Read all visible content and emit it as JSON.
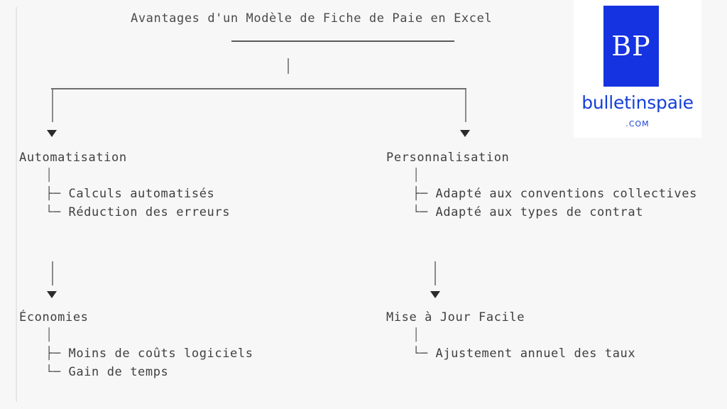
{
  "page": {
    "background_color": "#f7f7f7",
    "text_color": "#3f3f3f",
    "line_color": "#6e6e6e"
  },
  "diagram": {
    "type": "tree",
    "title": "Avantages d'un Modèle de Fiche de Paie en Excel",
    "nodes": [
      {
        "id": "automatisation",
        "label": "Automatisation",
        "pipe": "│",
        "children": [
          {
            "glyph": "├─",
            "label": "Calculs automatisés"
          },
          {
            "glyph": "└─",
            "label": "Réduction des erreurs"
          }
        ]
      },
      {
        "id": "personnalisation",
        "label": "Personnalisation",
        "pipe": "│",
        "children": [
          {
            "glyph": "├─",
            "label": "Adapté aux conventions collectives"
          },
          {
            "glyph": "└─",
            "label": "Adapté aux types de contrat"
          }
        ]
      },
      {
        "id": "economies",
        "label": "Économies",
        "pipe": "│",
        "children": [
          {
            "glyph": "├─",
            "label": "Moins de coûts logiciels"
          },
          {
            "glyph": "└─",
            "label": "Gain de temps"
          }
        ]
      },
      {
        "id": "mise-a-jour-facile",
        "label": "Mise à Jour Facile",
        "pipe": "│",
        "children": [
          {
            "glyph": "└─",
            "label": "Ajustement annuel des taux"
          }
        ]
      }
    ],
    "arrow_glyph": "▼"
  },
  "logo": {
    "monogram": "BP",
    "wordmark": "bulletinspaie",
    "tld": ".COM",
    "brand_color": "#1533e0",
    "card_color": "#ffffff"
  }
}
